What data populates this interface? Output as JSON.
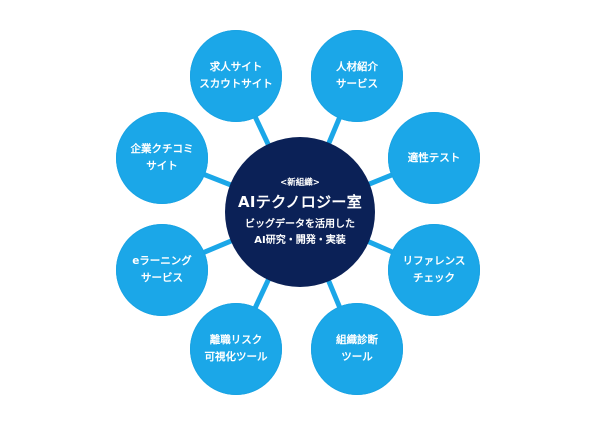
{
  "center": {
    "tag": "<新組織>",
    "title": "AIテクノロジー室",
    "lines": [
      "ビッグデータを活用した",
      "AI研究・開発・実装"
    ]
  },
  "nodes": [
    {
      "id": "job-scout",
      "lines": [
        "求人サイト",
        "スカウトサイト"
      ]
    },
    {
      "id": "staffing",
      "lines": [
        "人材紹介",
        "サービス"
      ]
    },
    {
      "id": "company-review",
      "lines": [
        "企業クチコミ",
        "サイト"
      ]
    },
    {
      "id": "aptitude",
      "lines": [
        "適性テスト"
      ]
    },
    {
      "id": "elearning",
      "lines": [
        "eラーニング",
        "サービス"
      ]
    },
    {
      "id": "reference",
      "lines": [
        "リファレンス",
        "チェック"
      ]
    },
    {
      "id": "turnover",
      "lines": [
        "離職リスク",
        "可視化ツール"
      ]
    },
    {
      "id": "org-diagnosis",
      "lines": [
        "組織診断",
        "ツール"
      ]
    }
  ],
  "colors": {
    "center": "#0b2157",
    "node": "#1ba7e8",
    "link": "#1ba7e8",
    "background": "#ffffff"
  }
}
